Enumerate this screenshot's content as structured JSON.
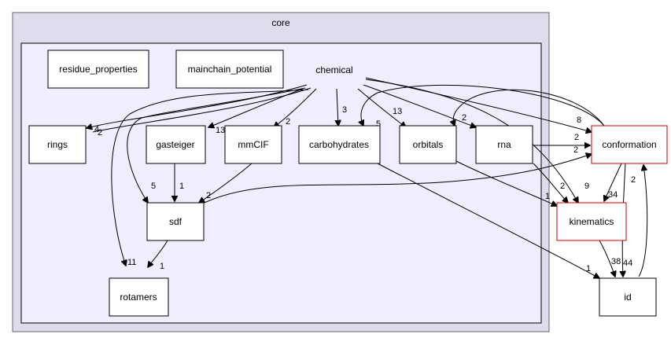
{
  "diagram": {
    "outer_cluster": "core",
    "inner_cluster_title": "chemical",
    "nodes": {
      "residue_properties": "residue_properties",
      "mainchain_potential": "mainchain_potential",
      "rings": "rings",
      "gasteiger": "gasteiger",
      "mmcif": "mmCIF",
      "carbohydrates": "carbohydrates",
      "orbitals": "orbitals",
      "rna": "rna",
      "sdf": "sdf",
      "rotamers": "rotamers",
      "conformation": "conformation",
      "kinematics": "kinematics",
      "id": "id"
    },
    "edge_labels": {
      "chem_rings_a": "2",
      "chem_rings_b": "4",
      "chem_gasteiger": "13",
      "chem_mmcif": "2",
      "chem_carbohydrates": "3",
      "chem_orbitals": "13",
      "chem_rna": "2",
      "chem_conformation": "8",
      "chem_kinematics": "9",
      "chem_sdf": "5",
      "chem_rotamers": "11",
      "conf_carbohydrates": "5",
      "gasteiger_sdf": "1",
      "mmcif_sdf": "2",
      "sdf_rotamers": "1",
      "sdf_conformation": "2",
      "rna_conformation": "2",
      "rna_kinematics": "2",
      "orbitals_kinematics": "1",
      "carbohydrates_id": "1",
      "conformation_kinematics": "34",
      "conformation_id": "44",
      "kinematics_id": "38",
      "id_conformation": "2"
    }
  }
}
